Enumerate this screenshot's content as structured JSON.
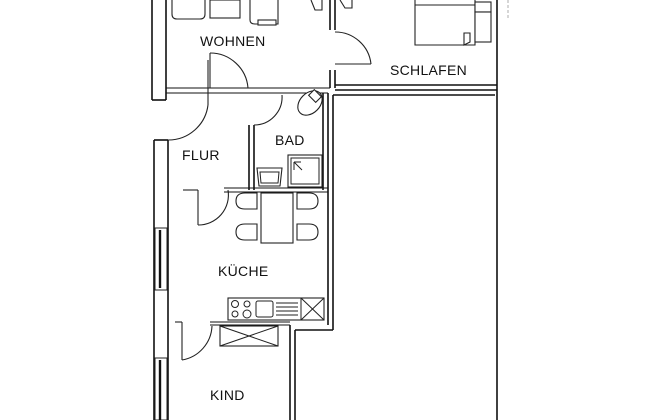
{
  "plan": {
    "rooms": [
      {
        "id": "wohnen",
        "label": "WOHNEN"
      },
      {
        "id": "schlafen",
        "label": "SCHLAFEN"
      },
      {
        "id": "flur",
        "label": "FLUR"
      },
      {
        "id": "bad",
        "label": "BAD"
      },
      {
        "id": "kueche",
        "label": "KÜCHE"
      },
      {
        "id": "kind",
        "label": "KIND"
      }
    ],
    "colors": {
      "line": "#111111",
      "background": "#ffffff"
    },
    "icons": [
      "door-swing-icon",
      "window-icon",
      "sofa-icon",
      "bed-icon",
      "toilet-icon",
      "shower-icon",
      "washbasin-icon",
      "dining-table-icon",
      "chair-icon",
      "stove-icon",
      "sink-icon",
      "cabinet-icon"
    ]
  }
}
